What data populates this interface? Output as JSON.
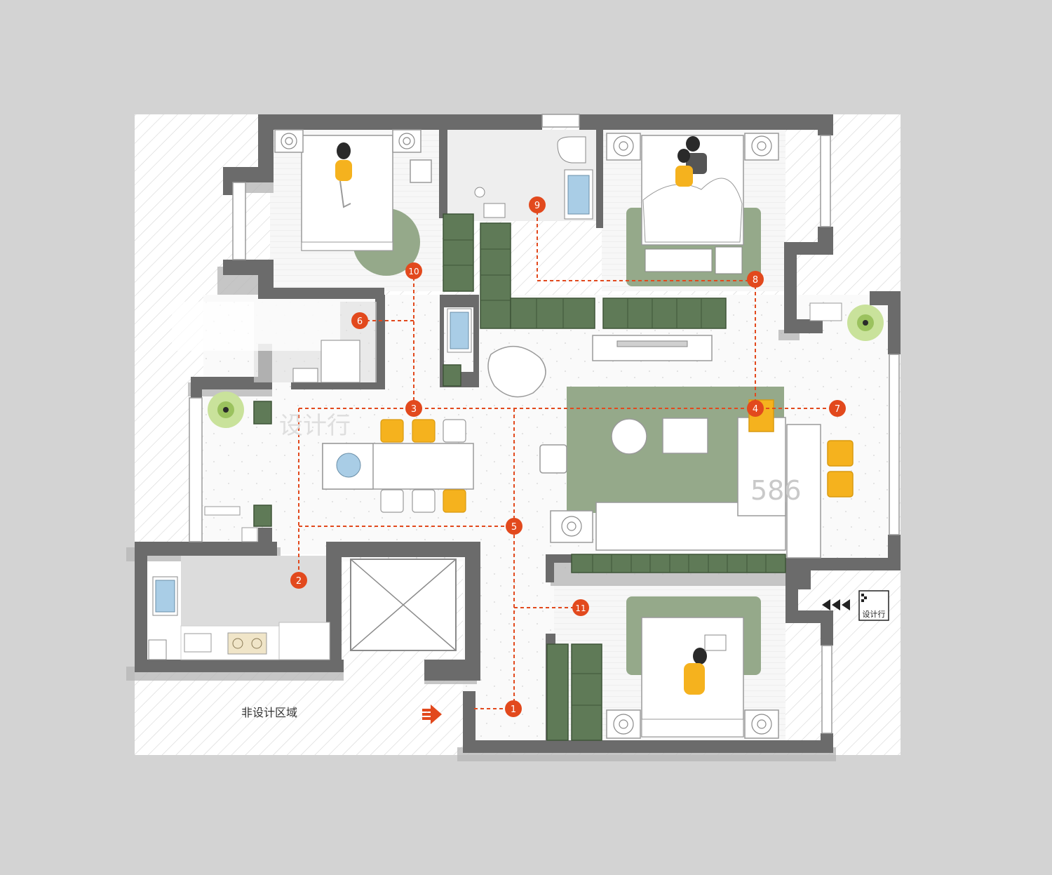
{
  "colors": {
    "background": "#d3d3d3",
    "paper": "#ffffff",
    "hatch": "#cfcfcf",
    "wall": "#6b6b6b",
    "wall_shadow": "#b5b5b5",
    "floor": "#f4f4f4",
    "rug_green": "#95a98a",
    "cabinet_green": "#5f7a57",
    "cabinet_line": "#3f5538",
    "yellow": "#f5b21e",
    "route_red": "#e2491d",
    "fixture_blue": "#a9cde6",
    "counter_grey": "#dcdcdc"
  },
  "area_label": "非设计区域",
  "watermark": "设计行",
  "badge_text": "设计行",
  "watermark_digits": "586",
  "markers": [
    {
      "id": "1",
      "label": "1"
    },
    {
      "id": "2",
      "label": "2"
    },
    {
      "id": "3",
      "label": "3"
    },
    {
      "id": "4",
      "label": "4"
    },
    {
      "id": "5",
      "label": "5"
    },
    {
      "id": "6",
      "label": "6"
    },
    {
      "id": "7",
      "label": "7"
    },
    {
      "id": "8",
      "label": "8"
    },
    {
      "id": "9",
      "label": "9"
    },
    {
      "id": "10",
      "label": "10"
    },
    {
      "id": "11",
      "label": "11"
    }
  ],
  "icons": [
    "entrance-arrow-icon",
    "triple-arrow-icon",
    "plant-icon",
    "air-vent-icon",
    "person-icon"
  ]
}
